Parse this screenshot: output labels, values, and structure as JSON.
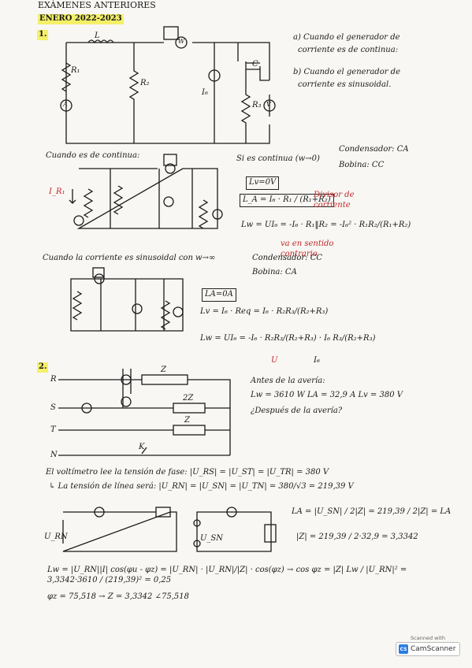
{
  "header": {
    "title": "EXÁMENES ANTERIORES",
    "session": "ENERO 2022-2023"
  },
  "p1": {
    "num": "1.",
    "qa": "a) Cuando el generador de",
    "qa2": "corriente es de continua:",
    "qb": "b) Cuando el generador de",
    "qb2": "corriente es sinusoidal.",
    "labels": {
      "L": "L",
      "R1": "R₁",
      "R2": "R₂",
      "R3": "R₃",
      "C": "C",
      "Ig": "I₆",
      "W": "W",
      "A": "A",
      "V": "V"
    },
    "cont_title": "Cuando es de continua:",
    "cont_cond": "Si es continua (w→0)",
    "cont_c": "Condensador: CA",
    "cont_b": "Bobina: CC",
    "lv0": "Lv=0V",
    "la_formula": "L_A = I₆ · R₁ / (R₁+R₂)",
    "div_note": "Divisor de corriente",
    "lw_formula": "Lw = UI₆ = -I₆ · R₁‖R₂ = -I₆² · R₁R₂/(R₁+R₂)",
    "va_note": "va en sentido contrario",
    "IR1": "I_R₁",
    "sin_title": "Cuando la corriente es sinusoidal con w→∞",
    "sin_c": "Condensador: CC",
    "sin_b": "Bobina: CA",
    "la0": "LA=0A",
    "lv_formula": "Lv = I₆ · Req = I₆ · R₂R₃/(R₂+R₃)",
    "lw2_formula": "Lw = UI₆ = -I₆ · R₂R₃/(R₂+R₃) · I₆ R₃/(R₂+R₃)",
    "u_label": "U",
    "i_label": "I₆"
  },
  "p2": {
    "num": "2.",
    "labels": {
      "R": "R",
      "S": "S",
      "T": "T",
      "N": "N",
      "K": "K",
      "Z1": "Z",
      "Z2": "2Z",
      "Z3": "Z"
    },
    "before": "Antes de la avería:",
    "before_vals": "Lw = 3610 W   LA = 32,9 A   Lv = 380 V",
    "after": "¿Después de la avería?",
    "line1": "El voltímetro lee la tensión de fase: |U_RS| = |U_ST| = |U_TR| = 380 V",
    "line2": "↳ La tensión de línea será: |U_RN| = |U_SN| = |U_TN| = 380/√3 = 219,39 V",
    "URN": "U_RN",
    "USN": "U_SN",
    "la_eq": "LA = |U_SN| / 2|Z| = 219,39 / 2|Z| = LA",
    "z_eq": "|Z| = 219,39 / 2·32,9 = 3,3342",
    "lw_eq": "Lw = |U_RN||I| cos(φu - φz) = |U_RN| · |U_RN|/|Z| · cos(φz)  →  cos φz = |Z| Lw / |U_RN|² = 3,3342·3610 / (219,39)² = 0,25",
    "phi_eq": "φz = 75,518   →   Z = 3,3342 ∠75,518"
  },
  "stamp": {
    "scanned": "Scanned with",
    "brand": "CamScanner",
    "logo": "CS"
  },
  "colors": {
    "ink": "#1a1a1a",
    "highlight": "#f4f06a",
    "note": "#c2262a"
  }
}
